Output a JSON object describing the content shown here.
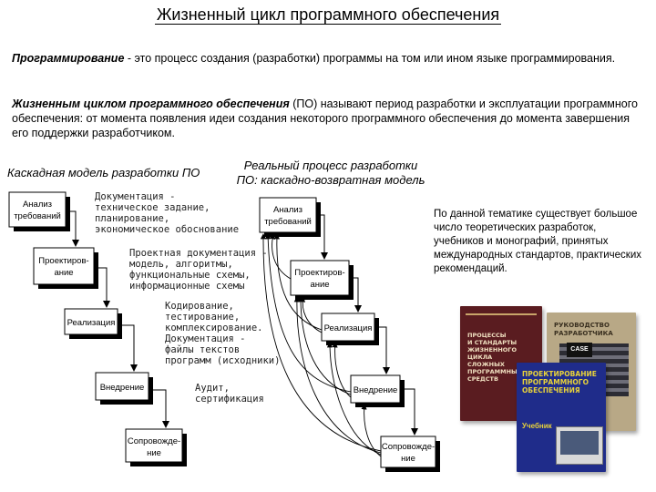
{
  "header": {
    "title": "Жизненный цикл программного обеспечения"
  },
  "definitions": {
    "programming_term": "Программирование",
    "programming_text": " - это процесс создания (разработки) программы на том или ином языке программирования.",
    "lifecycle_term": "Жизненным циклом программного обеспечения",
    "lifecycle_text": " (ПО) называют период разработки и эксплуатации программного обеспечения: от момента появления идеи создания некоторого программного обеспечения до момента завершения его поддержки разработчиком."
  },
  "waterfall": {
    "caption": "Каскадная модель разработки ПО",
    "stages": [
      {
        "l1": "Анализ",
        "l2": "требований"
      },
      {
        "l1": "Проектиров-",
        "l2": "ание"
      },
      {
        "l1": "Реализация",
        "l2": ""
      },
      {
        "l1": "Внедрение",
        "l2": ""
      },
      {
        "l1": "Сопровожде-",
        "l2": "ние"
      }
    ],
    "annotations": [
      [
        "Документация -",
        "техническое задание,",
        "планирование,",
        "экономическое обоснование"
      ],
      [
        "Проектная документация -",
        "модель, алгоритмы,",
        "функциональные схемы,",
        "информационные схемы"
      ],
      [
        "Кодирование,",
        "тестирование,",
        "комплексирование.",
        "Документация -",
        "файлы текстов",
        "программ (исходники)"
      ],
      [
        "Аудит,",
        "сертификация"
      ]
    ]
  },
  "iterative": {
    "caption_line1": "Реальный процесс разработки",
    "caption_line2": "ПО: каскадно-возвратная модель",
    "stages": [
      {
        "l1": "Анализ",
        "l2": "требований"
      },
      {
        "l1": "Проектиров-",
        "l2": "ание"
      },
      {
        "l1": "Реализация",
        "l2": ""
      },
      {
        "l1": "Внедрение",
        "l2": ""
      },
      {
        "l1": "Сопровожде-",
        "l2": "ние"
      }
    ]
  },
  "side_note": "По данной тематике существует большое число теоретических разработок, учебников и монографий, принятых международных стандартов, практических рекомендаций.",
  "books": {
    "book1_lines": [
      "ПРОЦЕССЫ",
      "И СТАНДАРТЫ",
      "ЖИЗНЕННОГО",
      "ЦИКЛА",
      "СЛОЖНЫХ",
      "ПРОГРАММНЫХ",
      "СРЕДСТВ"
    ],
    "book2_lines": [
      "РУКОВОДСТВО",
      "РАЗРАБОТЧИКА"
    ],
    "book3_lines": [
      "ПРОЕКТИРОВАНИЕ",
      "ПРОГРАММНОГО",
      "ОБЕСПЕЧЕНИЯ"
    ],
    "book3_sub": "Учебник",
    "book3_badge": "CASE",
    "colors": {
      "book1": "#5a1c20",
      "book2": "#b8a886",
      "book3": "#1f2c8a",
      "book3_title": "#e8d23a"
    }
  }
}
